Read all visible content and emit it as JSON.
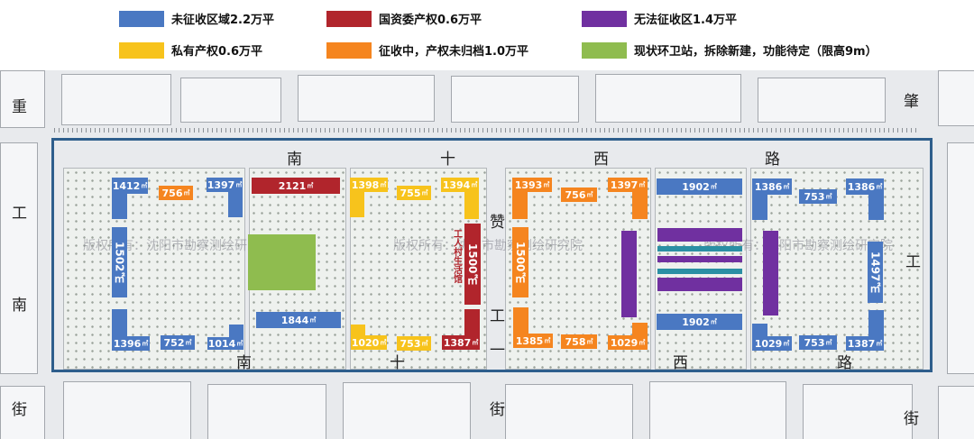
{
  "legend": [
    {
      "label": "未征收区域2.2万平",
      "color": "#4a78c2"
    },
    {
      "label": "国资委产权0.6万平",
      "color": "#b1252c"
    },
    {
      "label": "无法征收区1.4万平",
      "color": "#7030a0"
    },
    {
      "label": "私有产权0.6万平",
      "color": "#f7c31c"
    },
    {
      "label": "征收中，产权未归档1.0万平",
      "color": "#f5851f"
    },
    {
      "label": "现状环卫站，拆除新建，功能待定（限高9m）",
      "color": "#8fbc4f"
    }
  ],
  "roads": {
    "north": [
      "南",
      "十",
      "西",
      "路"
    ],
    "south": [
      "南",
      "十",
      "西",
      "路"
    ],
    "west": [
      "重",
      "工",
      "南",
      "街"
    ],
    "east": [
      "肇",
      "工",
      "街"
    ],
    "middle": [
      "赞",
      "工",
      "一",
      "街"
    ]
  },
  "watermark": "版权所有：沈阳市勘察测绘研究院",
  "building_label": "工人村生活馆",
  "sqm_unit": "㎡",
  "parcels": {
    "p1412": "1412",
    "p756a": "756",
    "p1397a": "1397",
    "p2121": "2121",
    "p1398": "1398",
    "p755": "755",
    "p1394": "1394",
    "p1393": "1393",
    "p756b": "756",
    "p1397b": "1397",
    "p1902a": "1902",
    "p1386a": "1386",
    "p753a": "753",
    "p1386b": "1386",
    "p1502": "1502",
    "p1500a": "1500",
    "p1500b": "1500",
    "p1497": "1497",
    "p1844": "1844",
    "p1396": "1396",
    "p752": "752",
    "p1014": "1014",
    "p1020": "1020",
    "p753b": "753",
    "p1387a": "1387",
    "p1385": "1385",
    "p758": "758",
    "p1029a": "1029",
    "p1902b": "1902",
    "p1029b": "1029",
    "p753c": "753",
    "p1387b": "1387"
  }
}
